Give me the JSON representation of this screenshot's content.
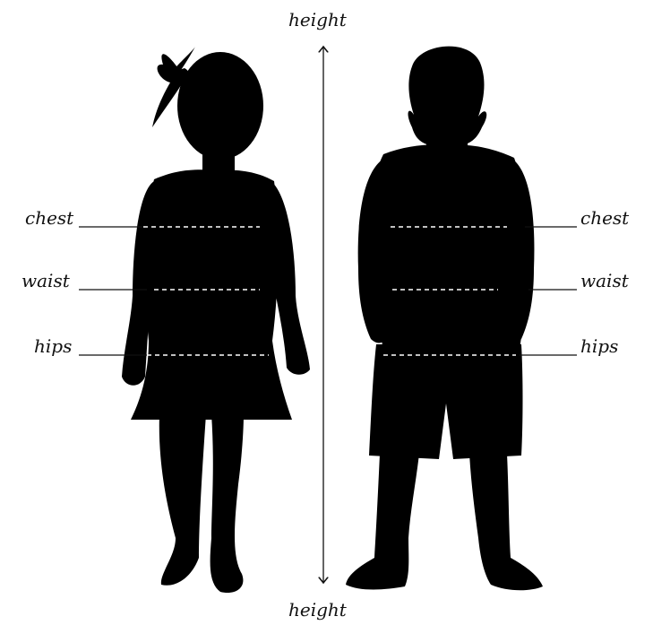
{
  "diagram": {
    "height_label_top": "height",
    "height_label_bottom": "height",
    "girl": {
      "chest_label": "chest",
      "waist_label": "waist",
      "hips_label": "hips"
    },
    "boy": {
      "chest_label": "chest",
      "waist_label": "waist",
      "hips_label": "hips"
    }
  },
  "colors": {
    "silhouette": "#000000",
    "background": "#ffffff",
    "measure_line": "#111111",
    "dash_line": "#ffffff"
  }
}
